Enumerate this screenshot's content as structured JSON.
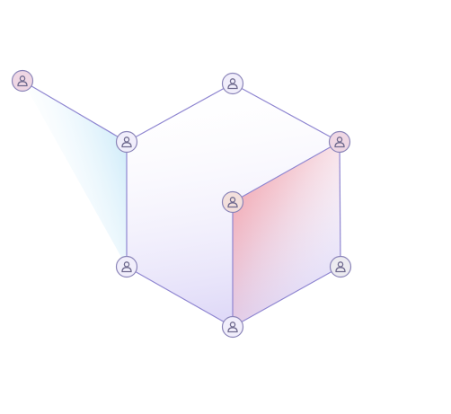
{
  "diagram": {
    "type": "user-network",
    "colors": {
      "edge": "#8f86d1",
      "node_outline": "#8a84b8",
      "node_fill_default": "#f1eefb",
      "node_fill_pink": "#efd7e4",
      "node_fill_peach": "#f3e0dc",
      "node_fill_grey": "#ecebf0",
      "glyph": "#6f6a8e",
      "shade_purple": "#c6bcf2",
      "shade_red": "#f0848f",
      "shade_blue": "#a9dcf5"
    },
    "nodes": [
      {
        "id": "outer-user",
        "icon": "user-icon",
        "tone": "pink"
      },
      {
        "id": "top-user",
        "icon": "user-icon",
        "tone": "default"
      },
      {
        "id": "upper-left-user",
        "icon": "user-icon",
        "tone": "default"
      },
      {
        "id": "upper-right-user",
        "icon": "user-icon",
        "tone": "pink"
      },
      {
        "id": "center-user",
        "icon": "user-icon",
        "tone": "peach"
      },
      {
        "id": "lower-left-user",
        "icon": "user-icon",
        "tone": "default"
      },
      {
        "id": "lower-right-user",
        "icon": "user-icon",
        "tone": "grey"
      },
      {
        "id": "bottom-user",
        "icon": "user-icon",
        "tone": "default"
      }
    ],
    "edges": [
      [
        "outer-user",
        "upper-left-user"
      ],
      [
        "upper-left-user",
        "top-user"
      ],
      [
        "top-user",
        "upper-right-user"
      ],
      [
        "upper-right-user",
        "lower-right-user"
      ],
      [
        "lower-right-user",
        "bottom-user"
      ],
      [
        "bottom-user",
        "lower-left-user"
      ],
      [
        "lower-left-user",
        "upper-left-user"
      ],
      [
        "upper-right-user",
        "center-user"
      ],
      [
        "center-user",
        "bottom-user"
      ]
    ]
  }
}
